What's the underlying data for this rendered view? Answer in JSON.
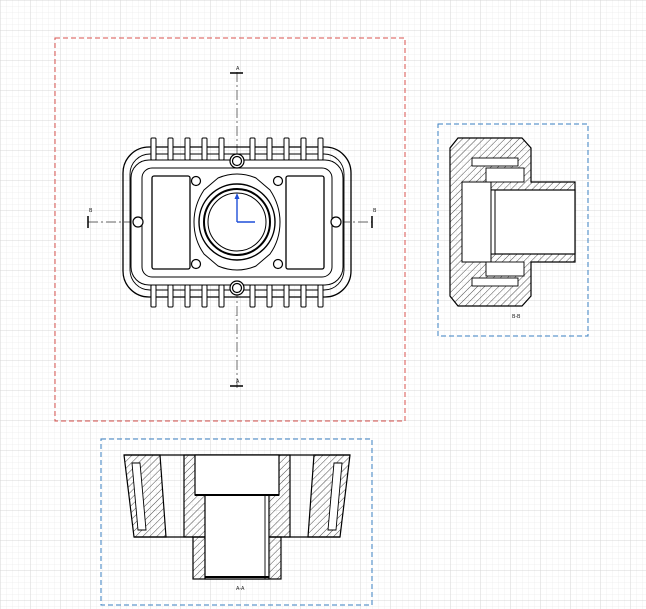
{
  "canvas": {
    "background": "#ffffff",
    "grid_minor": "#e6e6e6",
    "grid_major": "#cfcfcf"
  },
  "colors": {
    "line": "#000000",
    "center_line": "#333333",
    "active_frame": "#d9534f",
    "view_frame": "#3a7fc1",
    "axis_x": "#1f4fd8",
    "axis_y": "#1f4fd8"
  },
  "views": {
    "front": {
      "name": "front-view",
      "frame": "active"
    },
    "side": {
      "name": "side-section-view",
      "frame": "normal",
      "label": "B-B"
    },
    "bottom": {
      "name": "bottom-section-view",
      "frame": "normal",
      "label": "A-A"
    }
  },
  "markers": {
    "top": "A",
    "bottom": "A",
    "left": "B",
    "right": "B"
  }
}
